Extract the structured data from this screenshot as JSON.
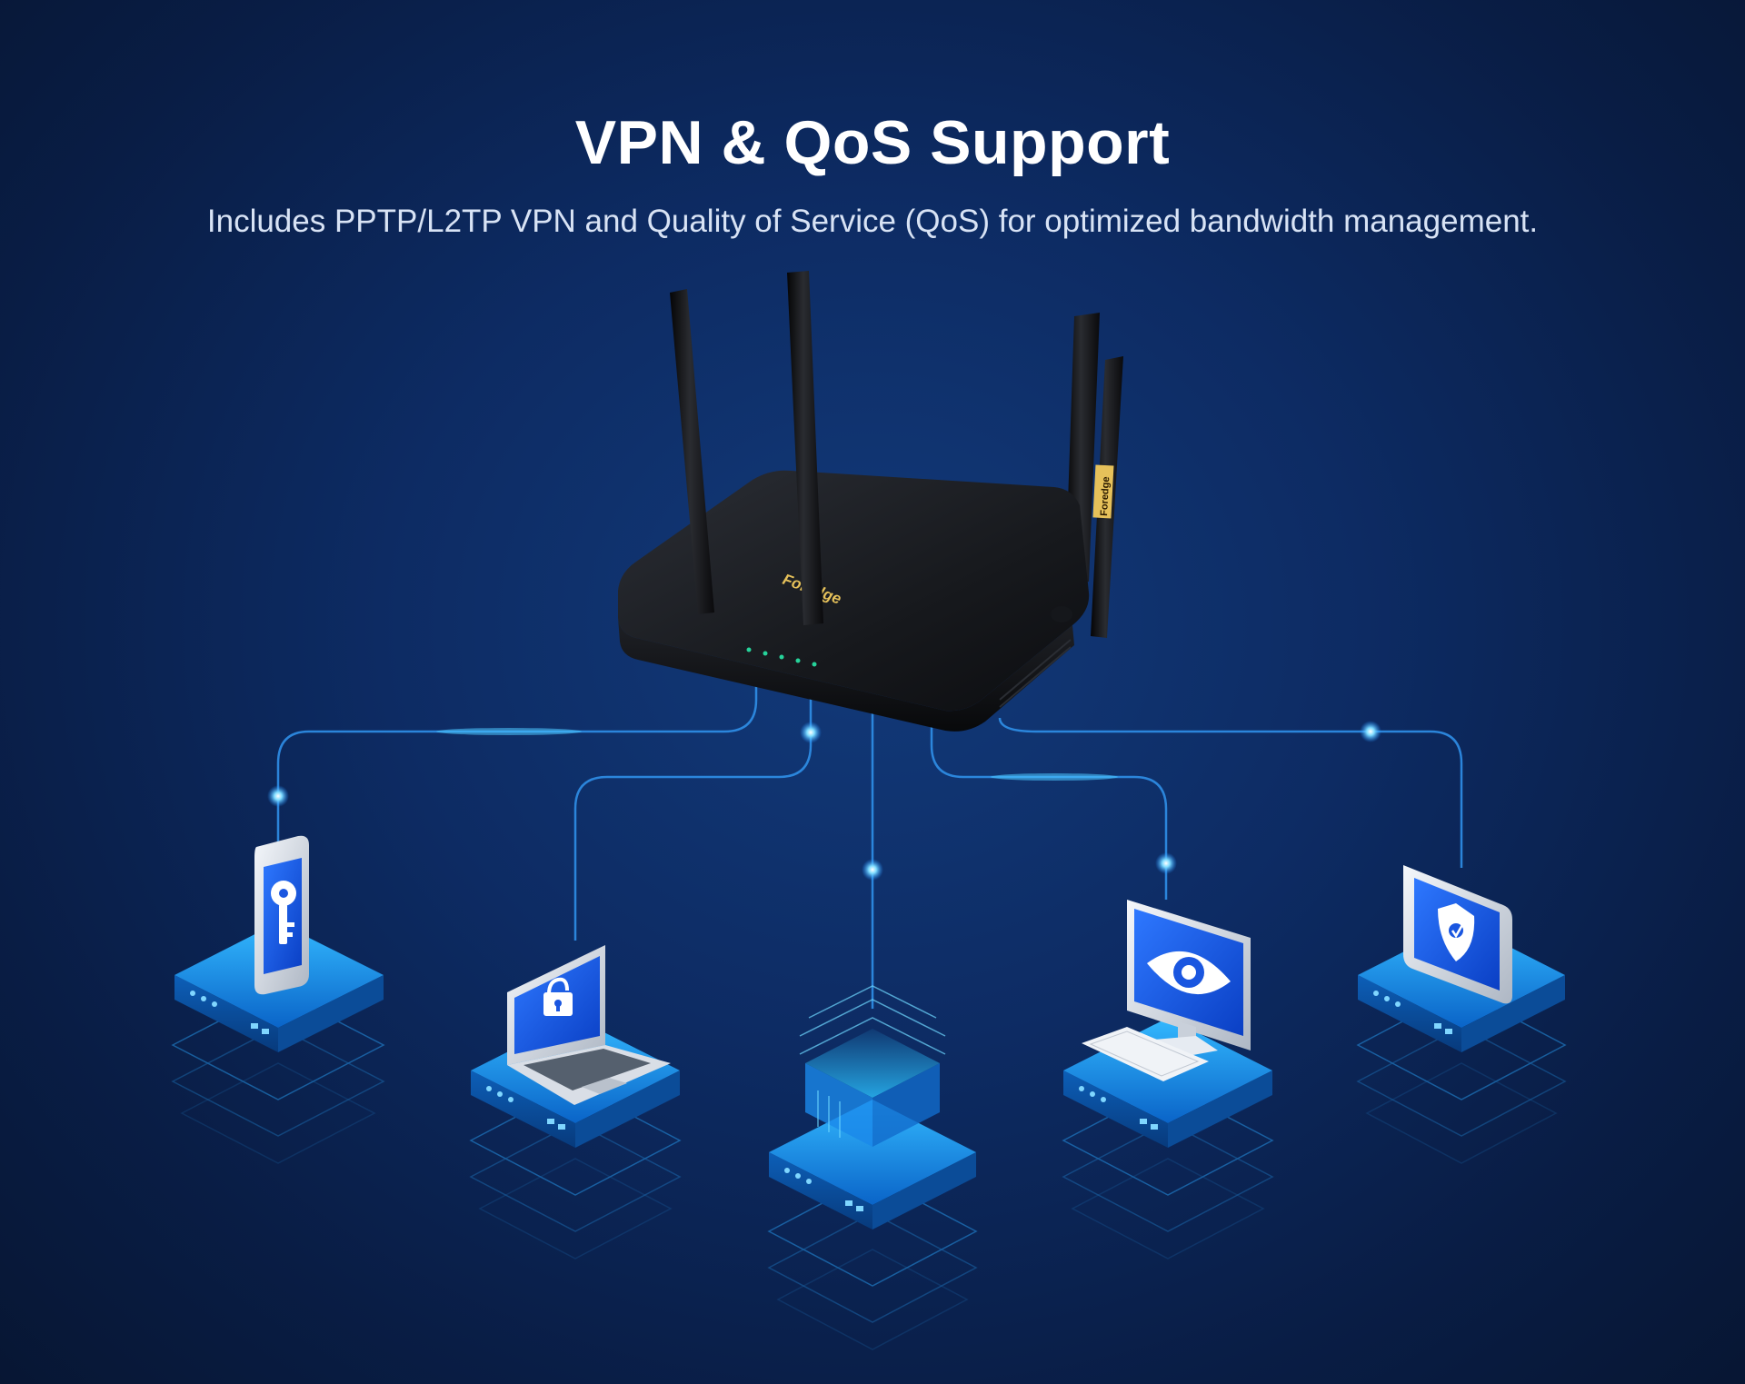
{
  "header": {
    "title": "VPN & QoS Support",
    "subtitle": "Includes PPTP/L2TP VPN and Quality of Service (QoS) for optimized bandwidth management."
  },
  "router": {
    "brand": "Foredge",
    "antenna_label": "Foredge",
    "led_count": 5
  },
  "devices": [
    {
      "name": "smartphone",
      "icon": "key-icon"
    },
    {
      "name": "laptop",
      "icon": "padlock-icon"
    },
    {
      "name": "server",
      "icon": "data-chip-icon"
    },
    {
      "name": "desktop-monitor",
      "icon": "eye-icon"
    },
    {
      "name": "tablet",
      "icon": "shield-icon"
    }
  ],
  "colors": {
    "background": "#0d2b63",
    "accent": "#2aa8ff",
    "glow": "#5fd4ff",
    "led": "#26d39a",
    "brand_gold": "#e6c15a"
  }
}
